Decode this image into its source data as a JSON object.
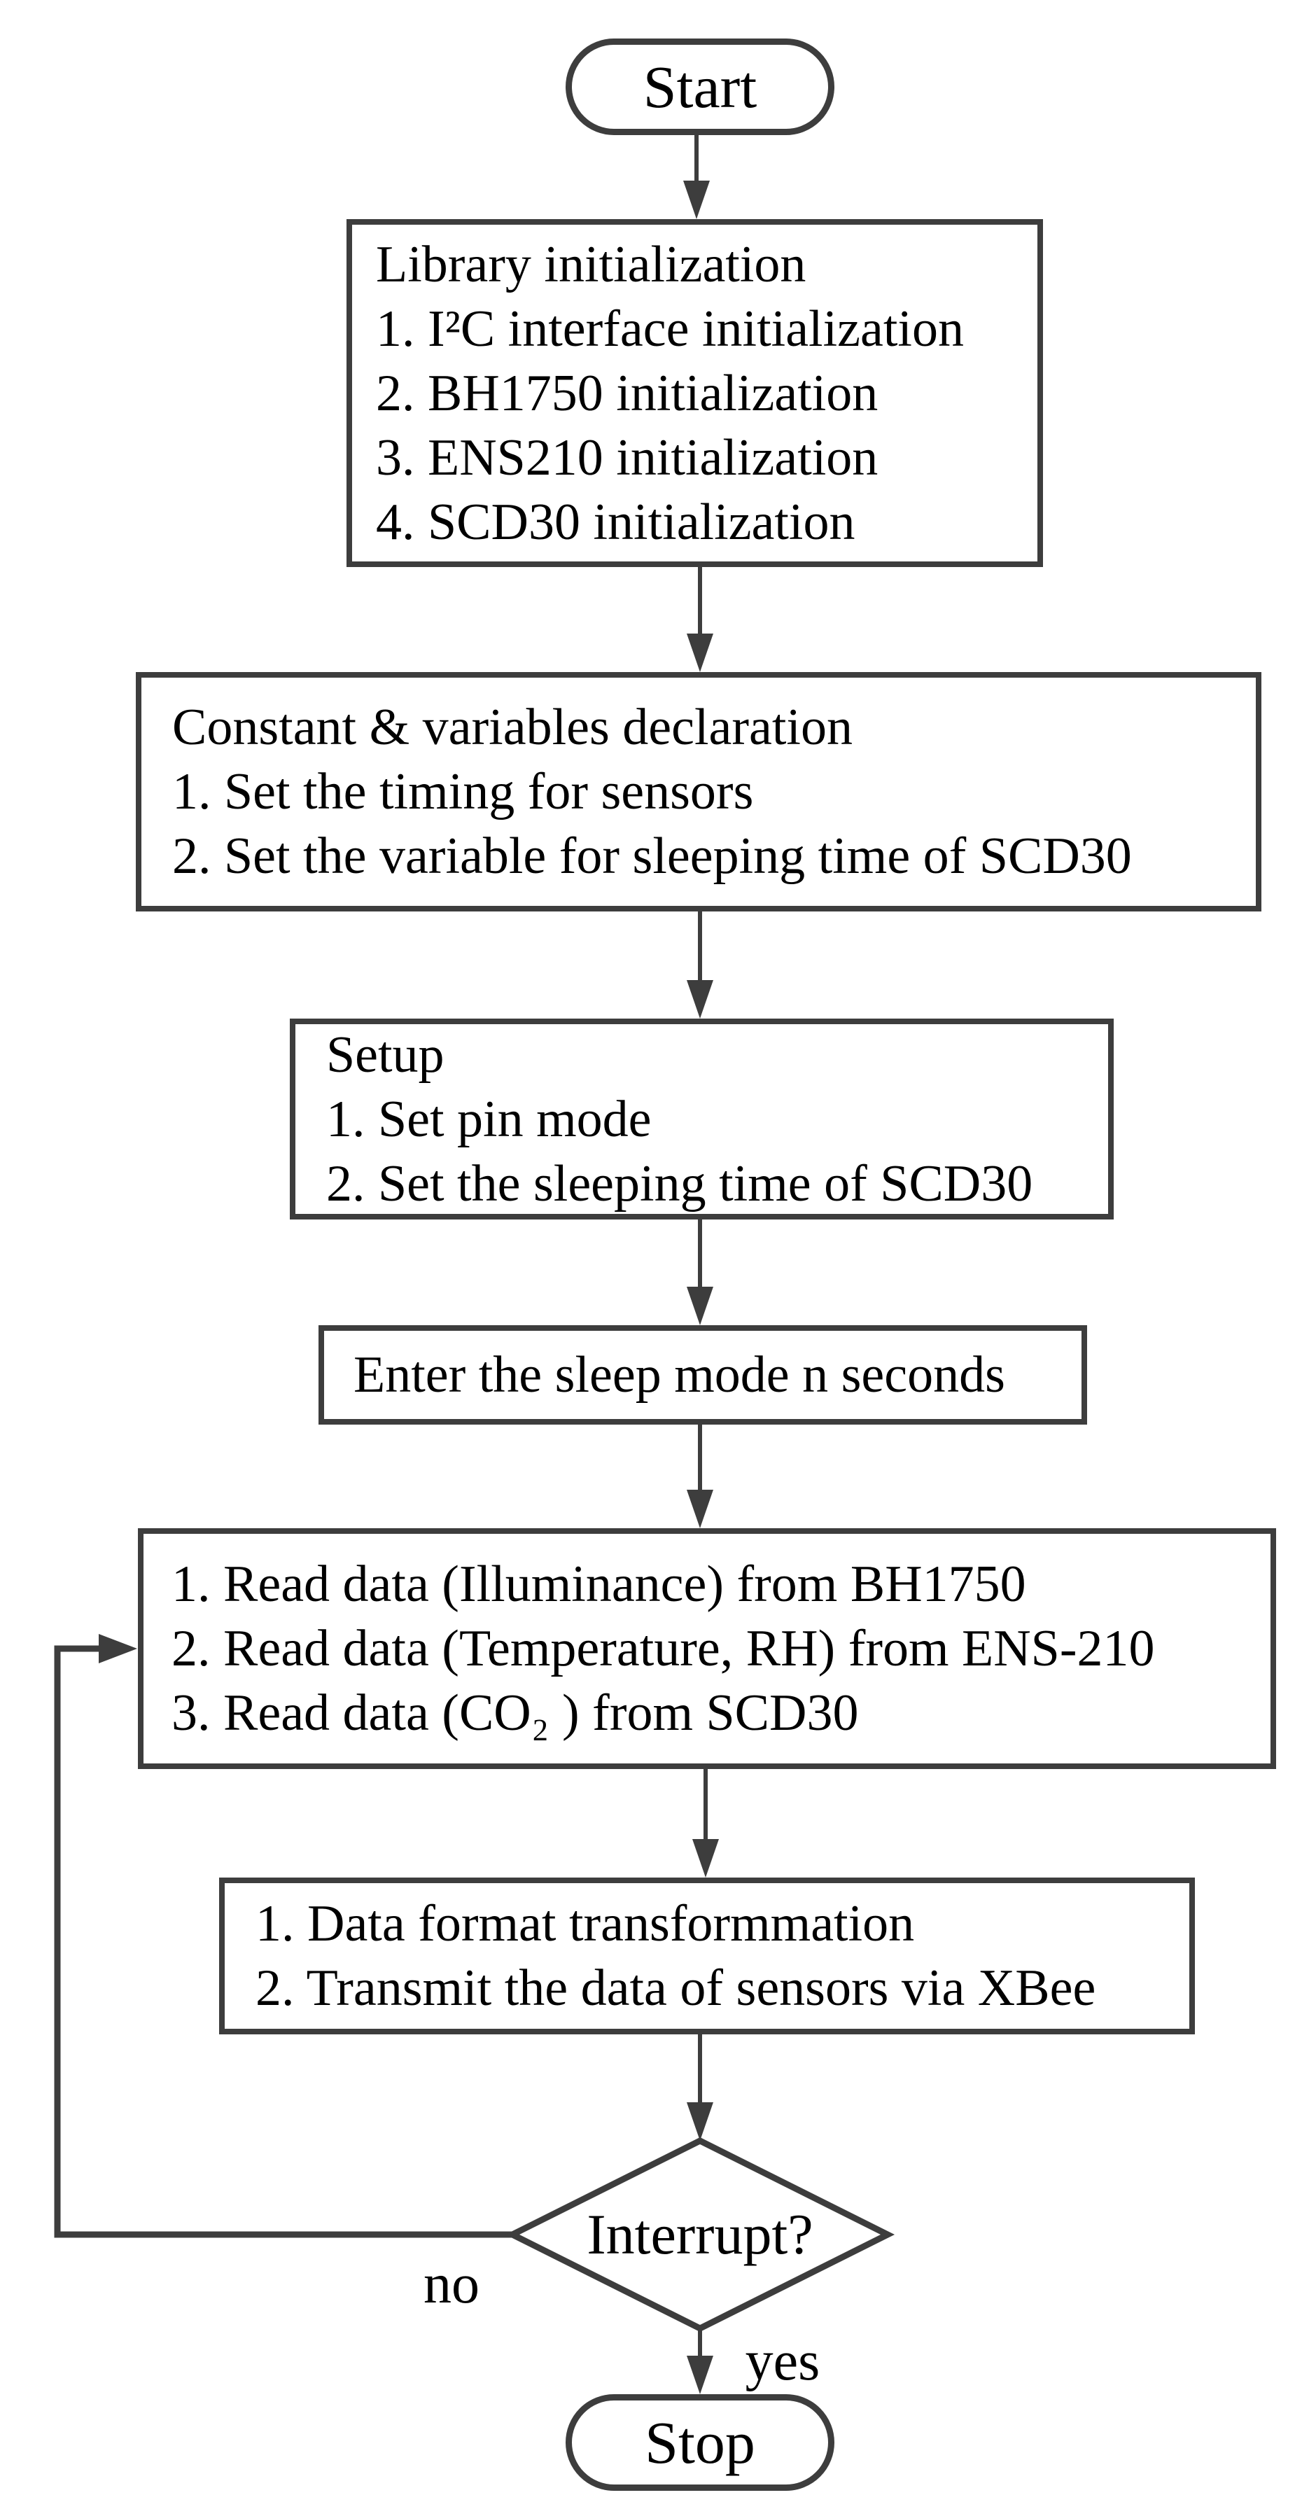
{
  "flowchart": {
    "colors": {
      "stroke": "#3d3d3d",
      "text": "#000000",
      "background": "#ffffff"
    },
    "nodes": {
      "start": {
        "label": "Start"
      },
      "library": {
        "lines": [
          "Library initialization",
          "1. I²C interface initialization",
          "2. BH1750 initialization",
          "3. ENS210 initialization",
          "4. SCD30 initialization"
        ]
      },
      "constants": {
        "lines": [
          "Constant & variables declaration",
          "1. Set the timing for sensors",
          "2. Set the variable for sleeping time of SCD30"
        ]
      },
      "setup": {
        "lines": [
          "Setup",
          "1. Set pin mode",
          "2. Set the sleeping time of SCD30"
        ]
      },
      "sleep": {
        "lines": [
          "Enter the sleep mode n seconds"
        ]
      },
      "read": {
        "lines": [
          "1. Read data (Illuminance) from BH1750",
          "2. Read data (Temperature, RH) from ENS-210",
          "3. Read data (CO₂ ) from SCD30"
        ]
      },
      "transmit": {
        "lines": [
          "1. Data format transformmation",
          "2. Transmit the data of sensors via XBee"
        ]
      },
      "decision": {
        "label": "Interrupt?"
      },
      "stop": {
        "label": "Stop"
      }
    },
    "edge_labels": {
      "no": "no",
      "yes": "yes"
    }
  }
}
